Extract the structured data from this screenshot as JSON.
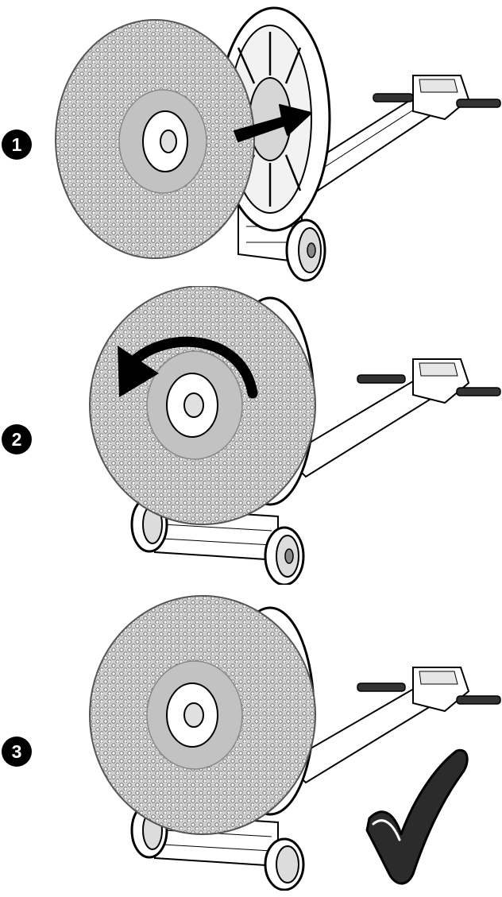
{
  "steps": [
    {
      "number": "1",
      "action_icon": "push-arrow-icon"
    },
    {
      "number": "2",
      "action_icon": "rotate-arrow-icon"
    },
    {
      "number": "3",
      "action_icon": "checkmark-icon"
    }
  ],
  "colors": {
    "line": "#000000",
    "brush_fill": "#cfcfcf",
    "bristle": "#8a8a8a",
    "hub_fill": "#b7b7b7",
    "arrow": "#000000",
    "check_outline": "#ffffff",
    "check_fill": "#2b2b2b"
  }
}
